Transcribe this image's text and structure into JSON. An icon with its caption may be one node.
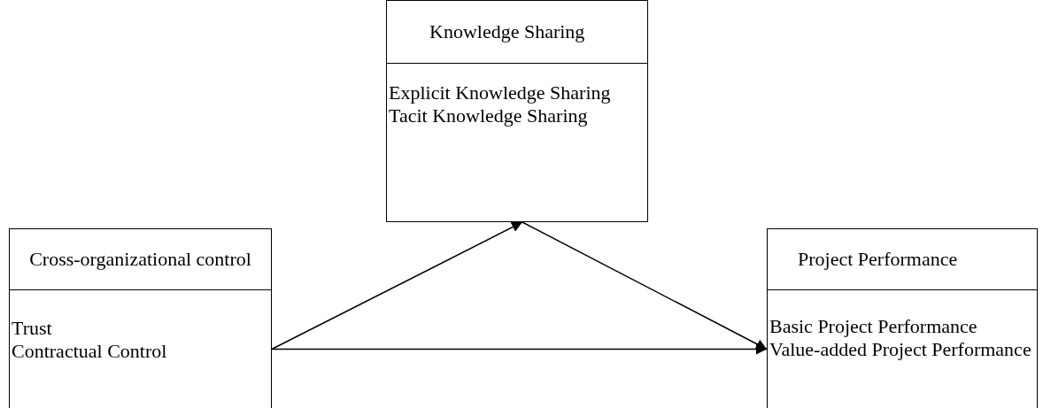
{
  "diagram": {
    "nodes": [
      {
        "text": [
          "Knowledge Sharing",
          "Explicit Knowledge Sharing",
          "Tacit Knowledge Sharing"
        ]
      },
      {
        "text": [
          "Cross-organizational control",
          "Trust",
          "Contractual Control"
        ]
      },
      {
        "text": [
          "Project Performance",
          "Basic Project Performance",
          "Value-added Project Performance"
        ]
      }
    ],
    "edges": [
      {
        "from": 1,
        "to": 0,
        "arrow": "to"
      },
      {
        "from": 0,
        "to": 2,
        "arrow": "to"
      },
      {
        "from": 1,
        "to": 2,
        "arrow": "to"
      }
    ]
  }
}
